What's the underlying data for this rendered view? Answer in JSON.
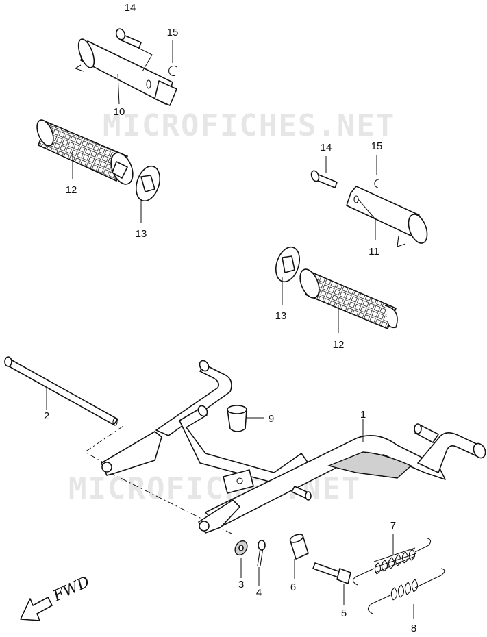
{
  "watermark": "MICROFICHES.NET",
  "direction_label": "FWD",
  "callouts": {
    "p1": "1",
    "p2": "2",
    "p3": "3",
    "p4": "4",
    "p5": "5",
    "p6": "6",
    "p7": "7",
    "p8": "8",
    "p9": "9",
    "p10": "10",
    "p11": "11",
    "p12a": "12",
    "p12b": "12",
    "p13a": "13",
    "p13b": "13",
    "p14a": "14",
    "p14b": "14",
    "p15a": "15",
    "p15b": "15"
  }
}
